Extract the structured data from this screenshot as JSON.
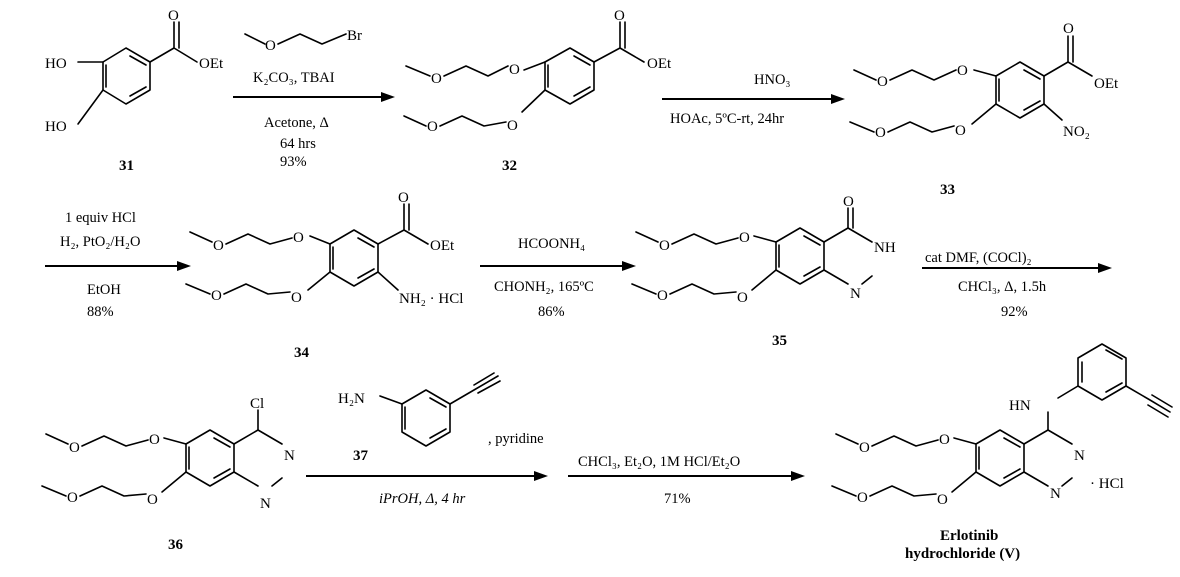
{
  "compounds": {
    "c31": "31",
    "c32": "32",
    "c33": "33",
    "c34": "34",
    "c35": "35",
    "c36": "36",
    "c37": "37",
    "product_line1": "Erlotinib",
    "product_line2": "hydrochloride (V)"
  },
  "atoms": {
    "ho": "HO",
    "o": "O",
    "oet": "OEt",
    "br": "Br",
    "n": "N",
    "nh": "NH",
    "cl": "Cl",
    "hn": "HN",
    "h2n": "H₂N",
    "no2": "NO₂",
    "nh2hcl": "NH₂ · HCl",
    "hcl": "· HCl"
  },
  "steps": {
    "s1": {
      "top": "K₂CO₃, TBAI",
      "b1": "Acetone, Δ",
      "b2": "64 hrs",
      "b3": "93%"
    },
    "s2": {
      "top": "HNO₃",
      "bottom": "HOAc, 5ºC-rt,     24hr"
    },
    "s3": {
      "t1": "1 equiv HCl",
      "t2": "H₂, PtO₂/H₂O",
      "b1": "EtOH",
      "b2": "88%"
    },
    "s4": {
      "top": "HCOONH₄",
      "bottom": "CHONH₂, 165ºC",
      "b2": "86%"
    },
    "s5": {
      "top": "cat DMF,      (COCl)₂",
      "bottom": "CHCl₃, Δ, 1.5h",
      "b2": "92%"
    },
    "s6": {
      "pyr": ", pyridine",
      "bottom": "iPrOH, Δ, 4 hr"
    },
    "s7": {
      "top": "CHCl₃, Et₂O, 1M HCl/Et₂O",
      "b2": "71%"
    }
  }
}
